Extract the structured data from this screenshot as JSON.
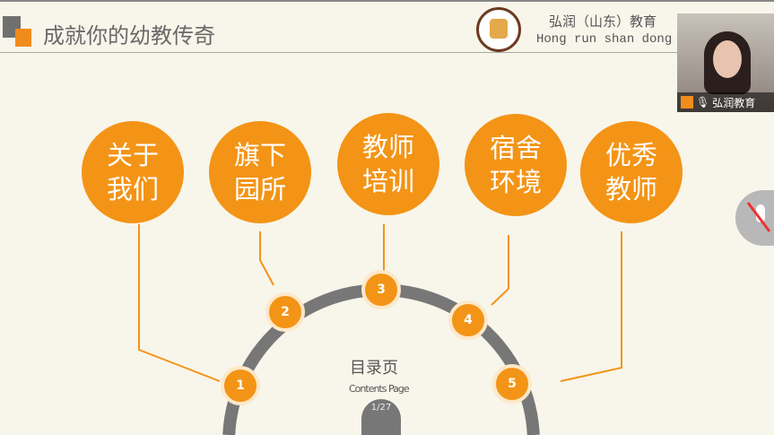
{
  "header": {
    "title": "成就你的幼教传奇",
    "brand_cn": "弘润（山东）教育",
    "brand_en": "Hong run shan dong"
  },
  "video": {
    "name": "弘润教育"
  },
  "items": [
    {
      "num": "1",
      "label": "关于\n我们"
    },
    {
      "num": "2",
      "label": "旗下\n园所"
    },
    {
      "num": "3",
      "label": "教师\n培训"
    },
    {
      "num": "4",
      "label": "宿舍\n环境"
    },
    {
      "num": "5",
      "label": "优秀\n教师"
    }
  ],
  "center": {
    "title": "目录页",
    "subtitle": "Contents Page",
    "page": "1/27"
  },
  "colors": {
    "accent": "#f39416",
    "gray": "#777777"
  }
}
